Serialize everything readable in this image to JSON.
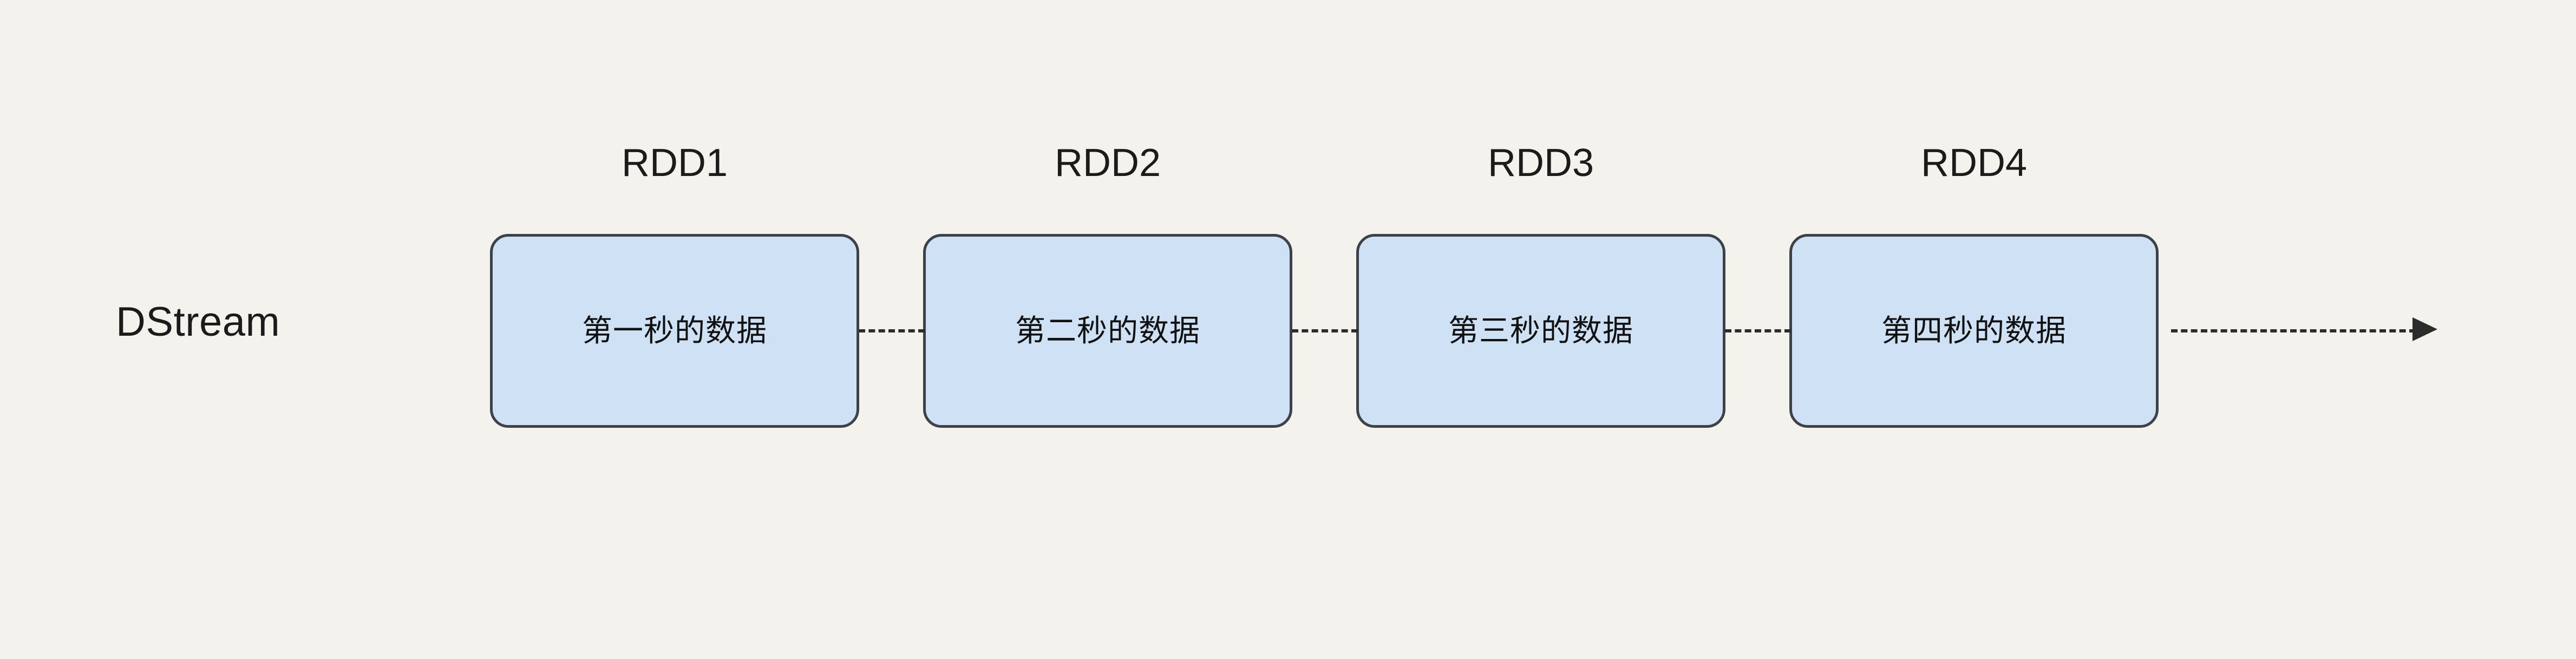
{
  "diagram": {
    "background_color": "#f4f2ed",
    "row_label": "DStream",
    "box_fill_color": "#cfe1f5",
    "box_border_color": "#3d4148",
    "connector_color": "#2c2c2c",
    "nodes": [
      {
        "caption": "RDD1",
        "text": "第一秒的数据"
      },
      {
        "caption": "RDD2",
        "text": "第二秒的数据"
      },
      {
        "caption": "RDD3",
        "text": "第三秒的数据"
      },
      {
        "caption": "RDD4",
        "text": "第四秒的数据"
      }
    ]
  }
}
